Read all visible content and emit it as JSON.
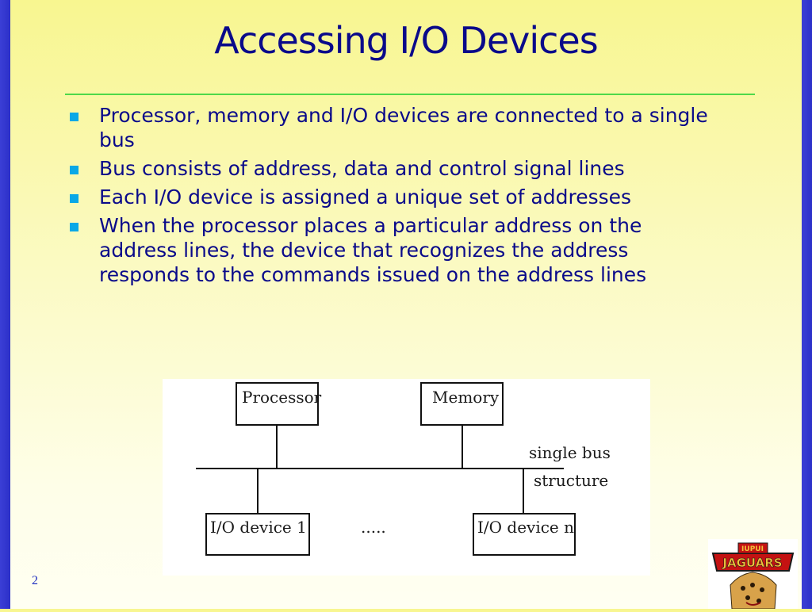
{
  "slide": {
    "title": "Accessing I/O Devices",
    "page_number": "2",
    "bullets": [
      "Processor, memory and I/O devices are connected to a single bus",
      "Bus consists of address, data and control signal lines",
      "Each I/O device is assigned a unique set of addresses",
      "When the processor places a particular address on the address lines, the device that recognizes the address responds to the commands issued on the address lines"
    ]
  },
  "diagram": {
    "processor_label": "Processor",
    "memory_label": "Memory",
    "io_device_1_label": "I/O device 1",
    "io_device_n_label": "I/O device n",
    "ellipsis": ".....",
    "bus_label_line1": "single bus",
    "bus_label_line2": "structure"
  },
  "logo": {
    "top_text": "IUPUI",
    "main_text": "JAGUARS",
    "description": "jaguar mascot logo"
  },
  "colors": {
    "title_text": "#0a0a8a",
    "side_bars": "#3b3fd6",
    "bullet_marker": "#0aa8e6",
    "title_rule": "#4fd84a",
    "background": "#f8f690"
  }
}
